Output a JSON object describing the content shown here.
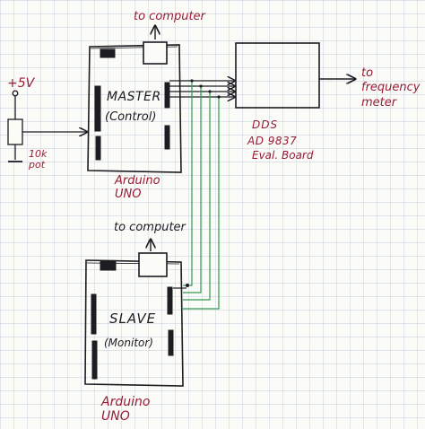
{
  "labels": {
    "master_to_computer": "to computer",
    "plus_5v": "+5V",
    "pot": "10k pot",
    "master_name": "MASTER",
    "master_role": "(Control)",
    "master_board": "Arduino UNO",
    "dds_name": "DDS",
    "dds_chip": "AD 9837",
    "dds_board": "Eval. Board",
    "to_frequency_meter": "to frequency meter",
    "slave_to_computer": "to computer",
    "slave_name": "SLAVE",
    "slave_role": "(Monitor)",
    "slave_board": "Arduino UNO"
  },
  "colors": {
    "paper": "#fbfbf7",
    "grid": "#aebfd6",
    "ink": "#1c1c22",
    "annotation": "#9a1b35",
    "wire_green": "#2f9a52",
    "wire_black": "#1c1c22"
  },
  "connections": [
    {
      "from": "master",
      "to": "dds",
      "wires": 4
    },
    {
      "from": "master",
      "to": "slave",
      "wires": 4,
      "color": "green"
    },
    {
      "from": "pot",
      "to": "master",
      "wires": 1
    },
    {
      "from": "dds",
      "to": "frequency meter",
      "wires": 1
    }
  ]
}
